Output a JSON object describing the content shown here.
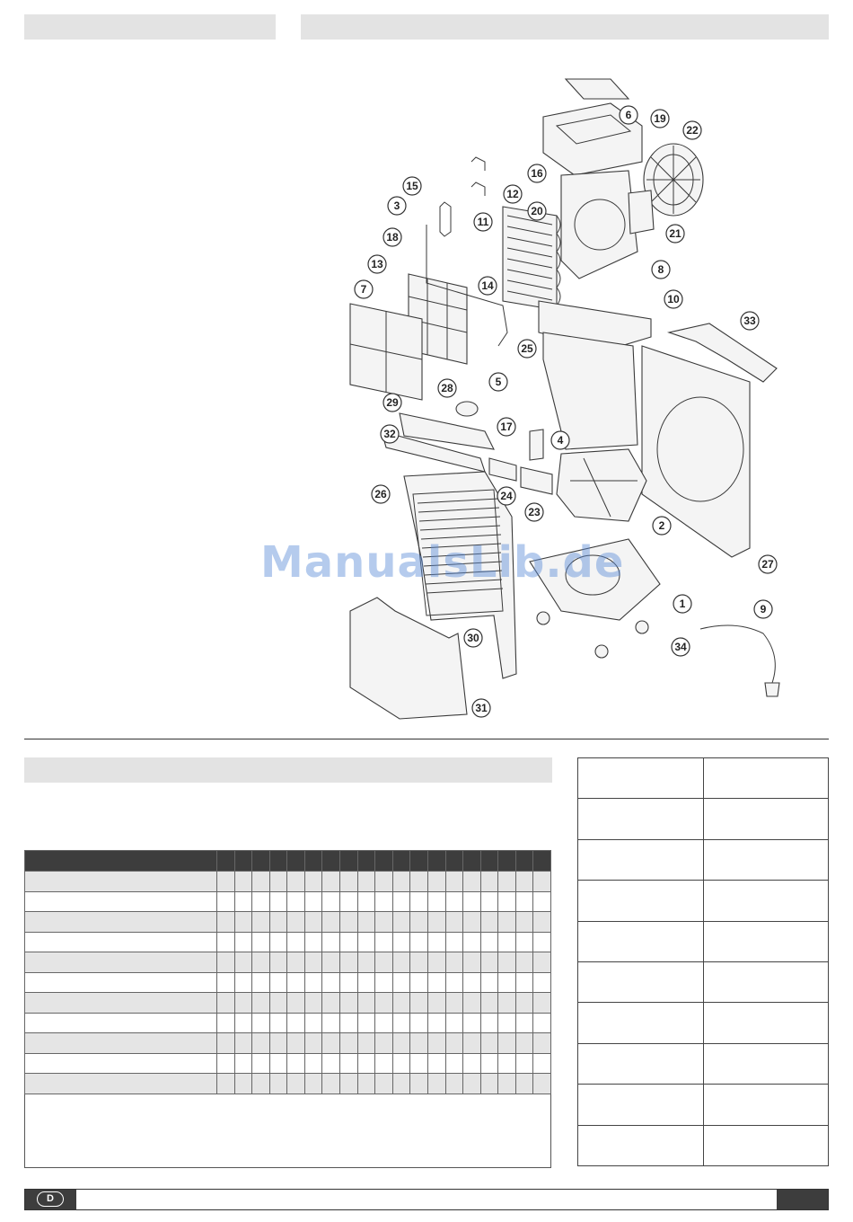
{
  "watermark": "ManualsLib.de",
  "footer": {
    "language_badge": "D"
  },
  "callouts": [
    "1",
    "2",
    "3",
    "4",
    "5",
    "6",
    "7",
    "8",
    "9",
    "10",
    "11",
    "12",
    "13",
    "14",
    "15",
    "16",
    "17",
    "18",
    "19",
    "20",
    "21",
    "22",
    "23",
    "24",
    "25",
    "26",
    "27",
    "28",
    "29",
    "30",
    "31",
    "32",
    "33",
    "34"
  ],
  "grid": {
    "columns": 19,
    "rows": 11,
    "shaded_rows": [
      0,
      2,
      4,
      6,
      8,
      10
    ]
  }
}
